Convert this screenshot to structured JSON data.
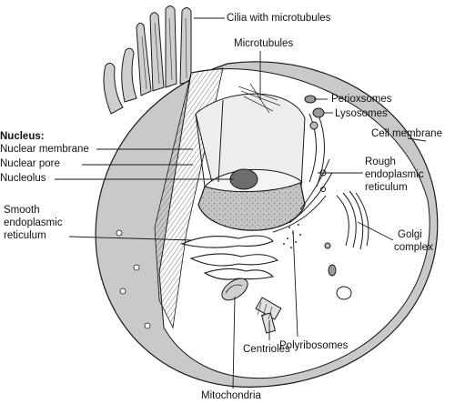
{
  "diagram": {
    "nucleus_heading": "Nucleus:",
    "labels": {
      "cilia": "Cilia with microtubules",
      "microtubules": "Microtubules",
      "perioxsomes": "Perioxsomes",
      "lysosomes": "Lysosomes",
      "cell_membrane": "Cell membrane",
      "nuclear_membrane": "Nuclear membrane",
      "nuclear_pore": "Nuclear pore",
      "nucleolus": "Nucleolus",
      "rough_er_1": "Rough",
      "rough_er_2": "endoplasmic",
      "rough_er_3": "reticulum",
      "smooth_er_1": "Smooth",
      "smooth_er_2": "endoplasmic",
      "smooth_er_3": "reticulum",
      "golgi_1": "Golgi",
      "golgi_2": "complex",
      "polyribosomes": "Polyribosomes",
      "centrioles": "Centrioles",
      "mitochondria": "Mitochondria"
    },
    "colors": {
      "outer_shell": "#c9c9c9",
      "cut_face": "#e6e6e6",
      "cytoplasm": "#ffffff",
      "nucleus_gray": "#bdbdbd",
      "nucleolus": "#6d6d6d",
      "organelle": "#9a9a9a",
      "line": "#1a1a1a"
    }
  }
}
